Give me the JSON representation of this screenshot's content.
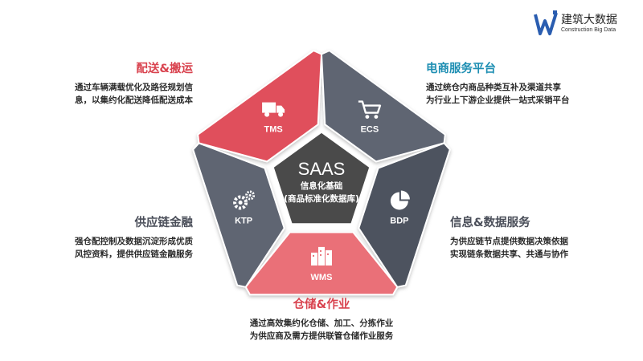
{
  "brand": {
    "name": "建筑大数据",
    "subtitle": "Construction Big Data",
    "mark_color": "#2a5db0"
  },
  "colors": {
    "red": "#e0505c",
    "red_light": "#ea6f78",
    "slate": "#5f6572",
    "slate_dark": "#4e535f",
    "center": "#4a4a4a",
    "title_red": "#d9434f",
    "title_teal": "#1f8fb3"
  },
  "center": {
    "title": "SAAS",
    "line1": "信息化基础",
    "line2": "(商品标准化数据库)"
  },
  "segments": [
    {
      "key": "tms",
      "label": "TMS",
      "icon": "truck-icon"
    },
    {
      "key": "ecs",
      "label": "ECS",
      "icon": "cart-icon"
    },
    {
      "key": "bdp",
      "label": "BDP",
      "icon": "pie-chart-icon"
    },
    {
      "key": "wms",
      "label": "WMS",
      "icon": "warehouse-icon"
    },
    {
      "key": "ktp",
      "label": "KTP",
      "icon": "gears-icon"
    }
  ],
  "blocks": {
    "delivery": {
      "title": "配送&搬运",
      "lines": [
        "通过车辆满载优化及路径规划信",
        "息，以集约化配送降低配送成本"
      ]
    },
    "ecommerce": {
      "title": "电商服务平台",
      "lines": [
        "通过统仓内商品种类互补及渠道共享",
        "为行业上下游企业提供一站式采销平台"
      ]
    },
    "data": {
      "title": "信息&数据服务",
      "lines": [
        "为供应链节点提供数据决策依据",
        "实现链条数据共享、共通与协作"
      ]
    },
    "storage": {
      "title": "仓储&作业",
      "lines": [
        "通过高效集约化仓储、加工、分拣作业",
        "为供应商及需方提供联管仓储作业服务"
      ]
    },
    "finance": {
      "title": "供应链金融",
      "lines": [
        "强仓配控制及数据沉淀形成优质",
        "风控资料，提供供应链金融服务"
      ]
    }
  }
}
